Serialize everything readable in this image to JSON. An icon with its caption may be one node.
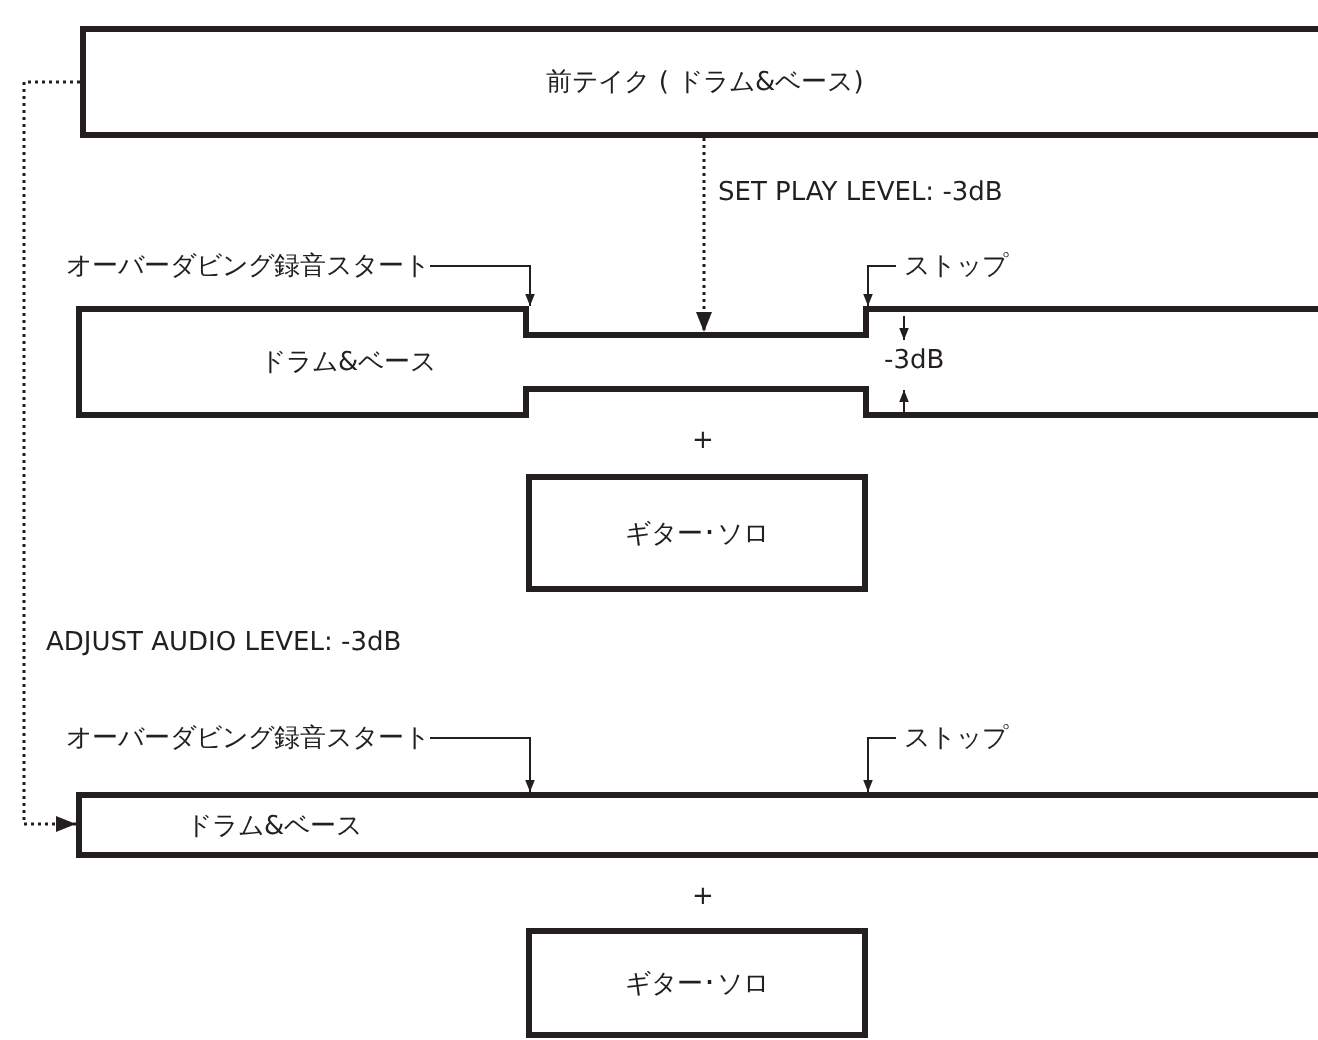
{
  "diagram": {
    "nodes": [
      {
        "text": [
          "前テイク ( ドラム&ベース)"
        ]
      },
      {
        "text": [
          "オーバーダビング録音スタート"
        ]
      },
      {
        "text": [
          "ストップ"
        ]
      },
      {
        "text": [
          "ドラム&ベース"
        ]
      },
      {
        "text": [
          "ギター･ソロ"
        ]
      },
      {
        "text": [
          "オーバーダビング録音スタート"
        ]
      },
      {
        "text": [
          "ストップ"
        ]
      },
      {
        "text": [
          "ドラム&ベース"
        ]
      },
      {
        "text": [
          "ギター･ソロ"
        ]
      }
    ],
    "edges": [
      {
        "from": 0,
        "to": 3,
        "arrow": "to",
        "label": "SET PLAY LEVEL: -3dB",
        "style": "dashed"
      },
      {
        "from": 0,
        "to": 7,
        "arrow": "to",
        "label": "ADJUST AUDIO LEVEL: -3dB",
        "style": "dashed"
      },
      {
        "from": 1,
        "to": 3,
        "arrow": "to"
      },
      {
        "from": 2,
        "to": 3,
        "arrow": "to"
      },
      {
        "from": 5,
        "to": 7,
        "arrow": "to"
      },
      {
        "from": 6,
        "to": 7,
        "arrow": "to"
      }
    ],
    "labels": [
      "-3dB",
      "+",
      "+"
    ]
  }
}
